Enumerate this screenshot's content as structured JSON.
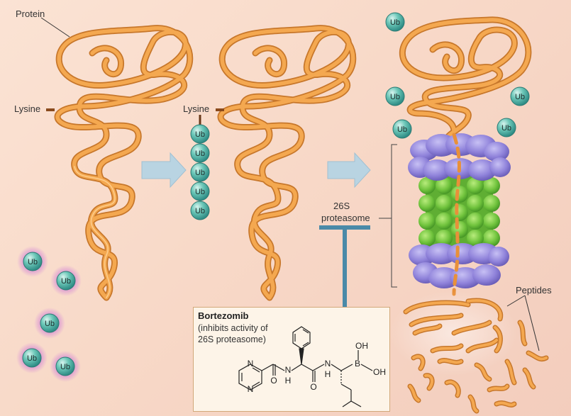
{
  "labels": {
    "protein": "Protein",
    "lysine_1": "Lysine",
    "lysine_2": "Lysine",
    "proteasome_line1": "26S",
    "proteasome_line2": "proteasome",
    "peptides": "Peptides"
  },
  "ubiquitin": "Ub",
  "drug": {
    "name": "Bortezomib",
    "note_line1": "(inhibits activity of",
    "note_line2": "26S proteasome)",
    "atoms": {
      "n": "N",
      "h": "H",
      "o": "O",
      "b": "B",
      "oh": "OH"
    }
  },
  "colors": {
    "protein": "#f0a148",
    "ubiquitin": "#5fbfb0",
    "proteasome_cap": "#9a8ee0",
    "proteasome_core": "#7cc94a",
    "arrow": "#b9d4e2",
    "inhibitor": "#4a8aa8",
    "background": "#f8dccb"
  }
}
